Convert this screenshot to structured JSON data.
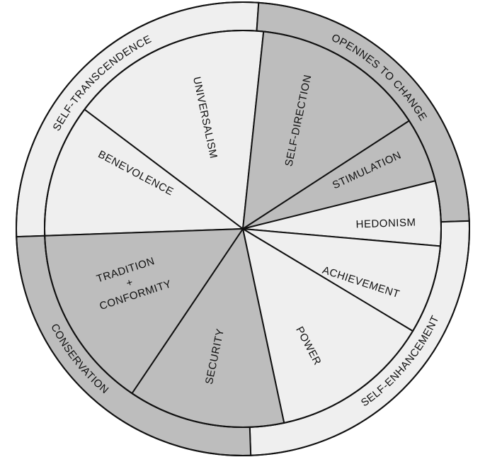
{
  "colors": {
    "grey": "#bdbdbd",
    "light": "#efefef",
    "stroke": "#111111"
  },
  "outer_groups": [
    {
      "key": "self_transcendence",
      "label": "SELF-TRANSCENDENCE",
      "shade": "light"
    },
    {
      "key": "openness",
      "label": "OPENNES TO CHANGE",
      "shade": "grey"
    },
    {
      "key": "self_enhancement",
      "label": "SELF-ENHANCEMENT",
      "shade": "light"
    },
    {
      "key": "conservation",
      "label": "CONSERVATION",
      "shade": "grey"
    }
  ],
  "values": [
    {
      "key": "universalism",
      "lines": [
        "UNIVERSALISM"
      ],
      "shade": "light"
    },
    {
      "key": "benevolence",
      "lines": [
        "BENEVOLENCE"
      ],
      "shade": "light"
    },
    {
      "key": "self_direction",
      "lines": [
        "SELF-DIRECTION"
      ],
      "shade": "grey"
    },
    {
      "key": "stimulation",
      "lines": [
        "STIMULATION"
      ],
      "shade": "grey"
    },
    {
      "key": "hedonism",
      "lines": [
        "HEDONISM"
      ],
      "shade": "light"
    },
    {
      "key": "achievement",
      "lines": [
        "ACHIEVEMENT"
      ],
      "shade": "light"
    },
    {
      "key": "power",
      "lines": [
        "POWER"
      ],
      "shade": "light"
    },
    {
      "key": "security",
      "lines": [
        "SECURITY"
      ],
      "shade": "grey"
    },
    {
      "key": "tradition_conformity",
      "lines": [
        "TRADITION",
        "+",
        "CONFORMITY"
      ],
      "shade": "grey"
    }
  ]
}
